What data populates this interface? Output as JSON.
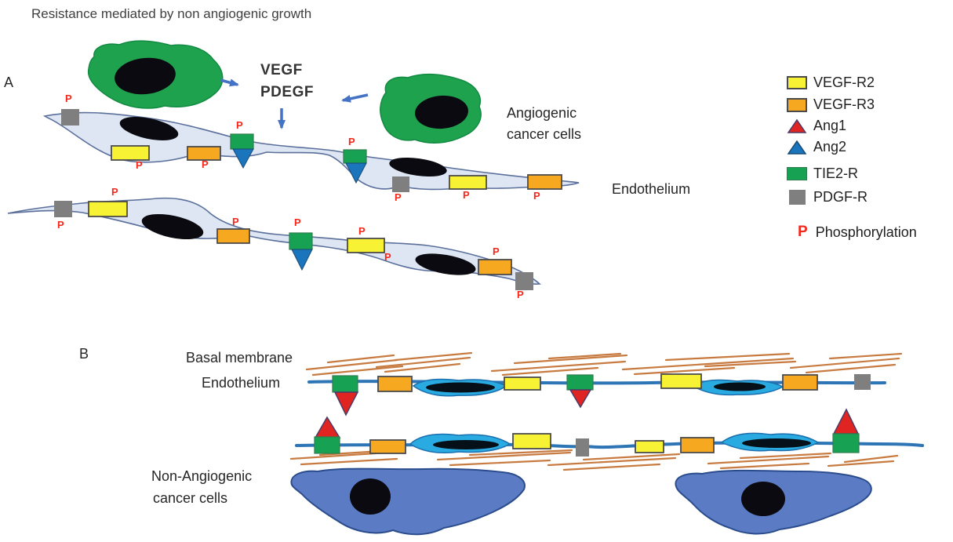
{
  "p_symbol": "P",
  "title": "Resistance mediated by non angiogenic growth",
  "panel_a": {
    "label": "A",
    "vegf_label": "VEGF",
    "pdegf_label": "PDEGF",
    "angiogenic_line1": "Angiogenic",
    "angiogenic_line2": "cancer cells",
    "endothelium_label": "Endothelium"
  },
  "panel_b": {
    "label": "B",
    "basal_membrane_label": "Basal membrane",
    "endothelium_label": "Endothelium",
    "non_angiogenic_line1": "Non-Angiogenic",
    "non_angiogenic_line2": "cancer cells"
  },
  "legend": {
    "items": [
      {
        "icon": "vegf-r2-swatch",
        "label": "VEGF-R2"
      },
      {
        "icon": "vegf-r3-swatch",
        "label": "VEGF-R3"
      },
      {
        "icon": "ang1-triangle",
        "label": "Ang1"
      },
      {
        "icon": "ang2-triangle",
        "label": "Ang2"
      },
      {
        "icon": "tie2-swatch",
        "label": "TIE2-R"
      },
      {
        "icon": "pdgf-swatch",
        "label": "PDGF-R"
      }
    ],
    "phospho_symbol": "P",
    "phospho_label": "Phosphorylation"
  },
  "colors": {
    "cancer_cell_green": "#1fa24e",
    "endothelium_a_fill": "#dde6f2",
    "endothelium_a_stroke": "#5b6f9b",
    "nucleus_black": "#0a0a10",
    "vegf_r2_yellow": "#f7f233",
    "vegf_r3_orange": "#f6a821",
    "tie2_green": "#17a253",
    "pdgf_gray": "#7f7f7f",
    "ang1_red": "#e02421",
    "ang2_blue": "#1b75bc",
    "arrow_blue": "#4472c4",
    "phospho_red": "#f5281c",
    "endothelium_b_fill": "#29abe2",
    "vessel_blue": "#2e75b6",
    "basal_fiber_orange": "#c87b41",
    "non_angiogenic_blue": "#5b7cc4",
    "non_angiogenic_stroke": "#2b4c8c"
  }
}
